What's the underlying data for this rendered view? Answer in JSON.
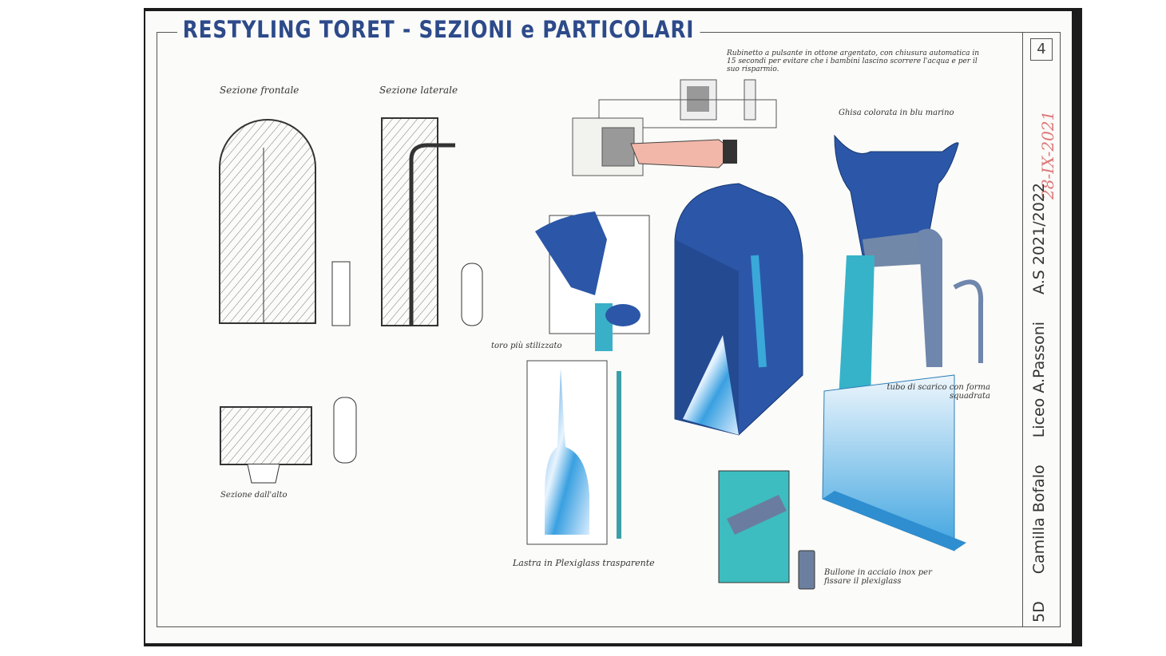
{
  "title": "RESTYLING TORET - SEZIONI e PARTICOLARI",
  "page_number": "4",
  "date": "28-IX-2021",
  "title_block": {
    "class": "5D",
    "author": "Camilla Bofalo",
    "school": "Liceo A.Passoni",
    "year": "A.S 2021/2022"
  },
  "labels": {
    "section_front": "Sezione frontale",
    "section_side": "Sezione laterale",
    "section_top": "Sezione dall'alto",
    "tap_note": "Rubinetto a pulsante in ottone argentato, con chiusura automatica in 15 secondi per evitare che i bambini lascino scorrere l'acqua e per il suo risparmio.",
    "cast_iron": "Ghisa colorata in blu marino",
    "bull": "toro più stilizzato",
    "plexiglass": "Lastra in Plexiglass trasparente",
    "drain": "tubo di scarico con forma squadrata",
    "bolt": "Bullone in acciaio inox per fissare il plexiglass"
  },
  "colors": {
    "ink": "#2d4a8a",
    "blue": "#2c57a8",
    "cyan": "#3aa8d8"
  }
}
